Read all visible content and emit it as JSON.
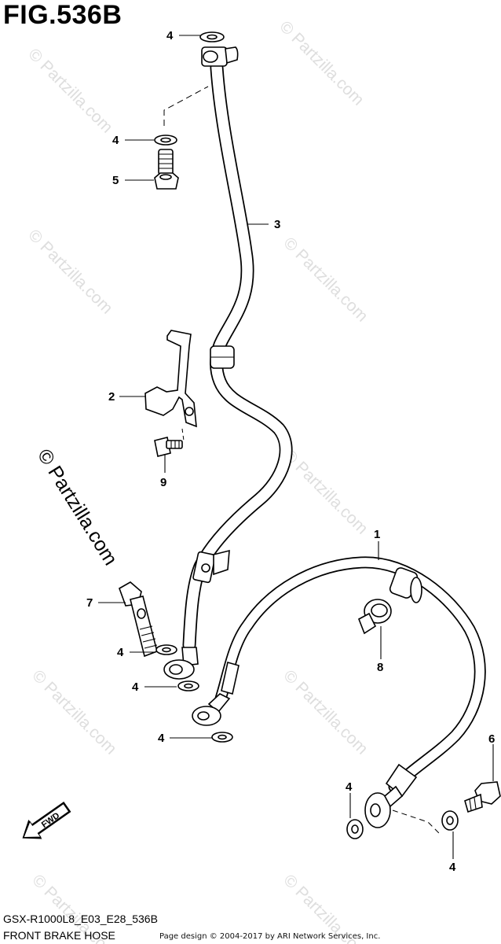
{
  "figure": {
    "title": "FIG.536B",
    "code": "GSX-R1000L8_E03_E28_536B",
    "caption": "FRONT BRAKE HOSE",
    "credit": "Page design © 2004-2017 by ARI Network Services, Inc.",
    "side_watermark": "© Partzilla.com",
    "background_watermark": "© Partzilla.com",
    "direction_badge": "FWD"
  },
  "callouts": [
    {
      "id": "c1",
      "number": "1"
    },
    {
      "id": "c2",
      "number": "2"
    },
    {
      "id": "c3",
      "number": "3"
    },
    {
      "id": "c4a",
      "number": "4"
    },
    {
      "id": "c4b",
      "number": "4"
    },
    {
      "id": "c4c",
      "number": "4"
    },
    {
      "id": "c4d",
      "number": "4"
    },
    {
      "id": "c4e",
      "number": "4"
    },
    {
      "id": "c4f",
      "number": "4"
    },
    {
      "id": "c4g",
      "number": "4"
    },
    {
      "id": "c5",
      "number": "5"
    },
    {
      "id": "c6",
      "number": "6"
    },
    {
      "id": "c7",
      "number": "7"
    },
    {
      "id": "c8",
      "number": "8"
    },
    {
      "id": "c9",
      "number": "9"
    }
  ]
}
